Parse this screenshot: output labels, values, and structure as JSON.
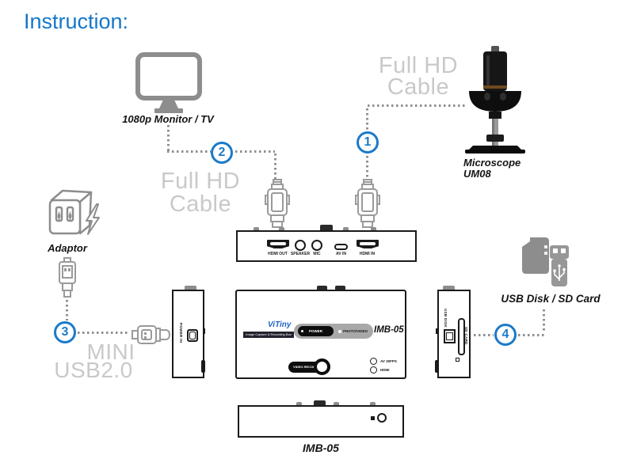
{
  "title": "Instruction:",
  "colors": {
    "accent_blue": "#1b7ac9",
    "ghost_gray": "#c9c9c9",
    "icon_gray": "#8d8d8d",
    "dotted_line_gray": "#8f8f8f",
    "panel_border": "#1a1a1a"
  },
  "badges": [
    "1",
    "2",
    "3",
    "4"
  ],
  "ghost": {
    "right": [
      "Full HD",
      "Cable"
    ],
    "left": [
      "Full HD",
      "Cable"
    ],
    "mini": [
      "MINI",
      "USB2.0"
    ]
  },
  "labels": {
    "monitor": "1080p Monitor / TV",
    "microscope": [
      "Microscope",
      "UM08"
    ],
    "adaptor": "Adaptor",
    "usb_sd": "USB Disk / SD Card",
    "front_model": "IMB-05"
  },
  "unit": {
    "brand": "ViTiny",
    "tagline": "Image Capture & Recording Box",
    "model": "IMB-05",
    "top_controls": {
      "power": "POWER",
      "photo_video": "PHOTO/VIDEO",
      "video_record": "VIDEO RECORD",
      "led_av": "AV 30FPS",
      "led_hdmi": "HDMI"
    },
    "rear_ports": [
      {
        "label": "HDMI OUT"
      },
      {
        "label": "SPEAKER"
      },
      {
        "label": "MIC"
      },
      {
        "label": "AV IN"
      },
      {
        "label": "HDMI IN"
      }
    ],
    "left_side": {
      "port": "POWER IN"
    },
    "right_side": {
      "usb": "USB DISK",
      "sd": "SD CARD"
    }
  },
  "icons": {
    "monitor-icon": "gray outline monitor with stand",
    "microscope-icon": "black digital microscope on stand",
    "adaptor-icon": "power adaptor box with lightning bolt",
    "hdmi-connector-icon": "gray outline HDMI plug",
    "usb-plug-icon": "gray outline USB plug",
    "mini-usb-plug-icon": "gray outline mini-USB plug",
    "sd-card-icon": "gray SD card",
    "usb-drive-icon": "gray USB flash drive with trident"
  }
}
